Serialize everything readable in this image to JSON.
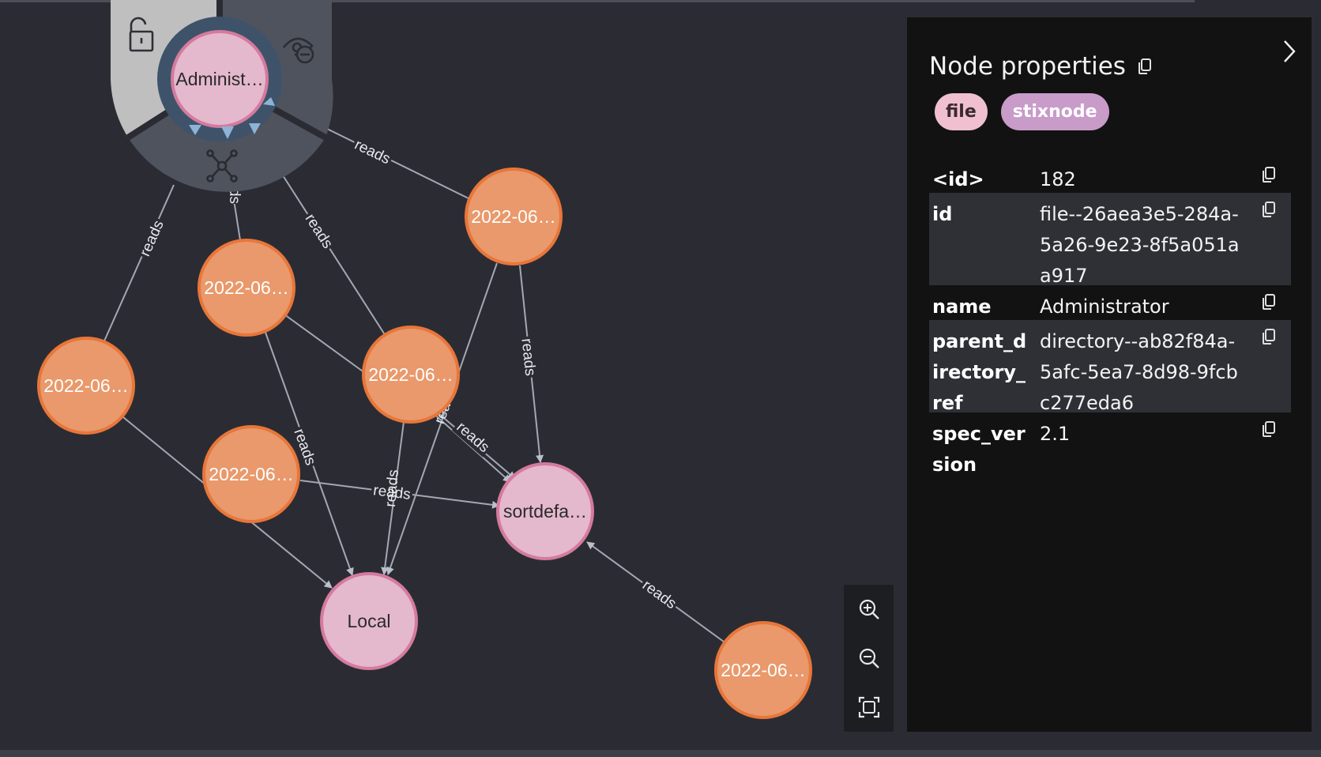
{
  "graph": {
    "edge_label": "reads",
    "nodes": {
      "administrator": "Administ…",
      "event_a": "2022-06…",
      "event_b": "2022-06…",
      "event_c": "2022-06…",
      "event_d": "2022-06…",
      "event_e": "2022-06…",
      "event_f": "2022-06…",
      "sortdefault": "sortdefa…",
      "local": "Local"
    },
    "radial_menu": {
      "unlock_icon": "unlock-icon",
      "hide_icon": "eye-off-icon",
      "expand_icon": "graph-expand-icon"
    },
    "colors": {
      "background": "#2b2c33",
      "event_fill": "#e9996b",
      "event_stroke": "#e8763a",
      "file_fill": "#e4b8cd",
      "file_stroke": "#d57a9e",
      "edge": "#a3a8b2"
    }
  },
  "zoom_controls": {
    "zoom_in_icon": "zoom-in-icon",
    "zoom_out_icon": "zoom-out-icon",
    "fit_icon": "fit-to-screen-icon"
  },
  "panel": {
    "title": "Node properties",
    "collapse_icon": "chevron-right-icon",
    "labels": [
      "file",
      "stixnode"
    ],
    "properties": [
      {
        "key": "<id>",
        "value": "182"
      },
      {
        "key": "id",
        "value": "file--26aea3e5-284a-5a26-9e23-8f5a051aa917"
      },
      {
        "key": "name",
        "value": "Administrator"
      },
      {
        "key": "parent_directory_ref",
        "value": "directory--ab82f84a-5afc-5ea7-8d98-9fcbc277eda6"
      },
      {
        "key": "spec_version",
        "value": "2.1"
      }
    ]
  }
}
